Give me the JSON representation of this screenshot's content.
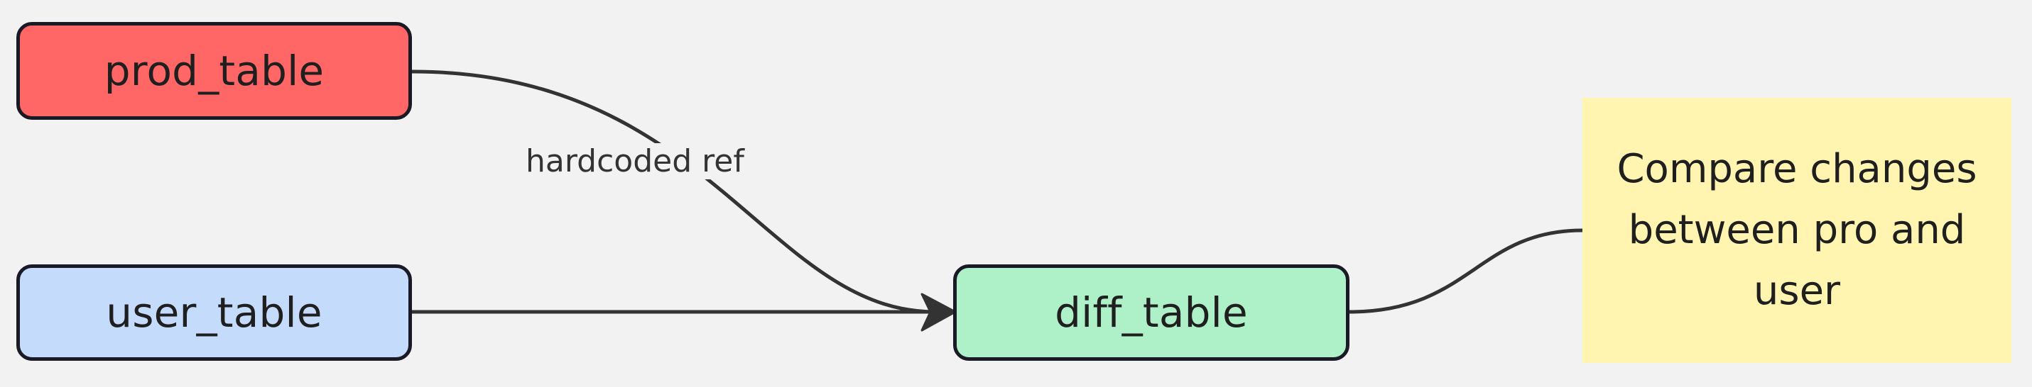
{
  "diagram": {
    "nodes": {
      "prod_table": {
        "label": "prod_table",
        "color": "#ff6666"
      },
      "user_table": {
        "label": "user_table",
        "color": "#c5dbfc"
      },
      "diff_table": {
        "label": "diff_table",
        "color": "#aef0c8"
      }
    },
    "note": {
      "text": "Compare changes between pro and user",
      "color": "#fff5b0"
    },
    "edges": {
      "prod_to_diff": {
        "label": "hardcoded ref"
      }
    },
    "colors": {
      "background": "#f2f2f2",
      "stroke": "#333333",
      "node_border": "#1a1a26"
    }
  }
}
